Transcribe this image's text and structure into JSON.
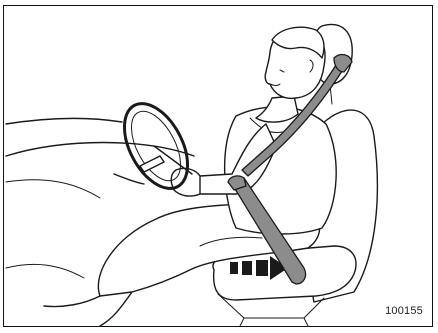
{
  "figure": {
    "id_label": "100155",
    "colors": {
      "outline": "#1a1a1a",
      "belt": "#8c8c8c",
      "background": "#ffffff"
    },
    "icons": [
      "driver-figure",
      "steering-wheel",
      "seat",
      "seat-belt",
      "seat-forward-arrow-icon"
    ]
  }
}
